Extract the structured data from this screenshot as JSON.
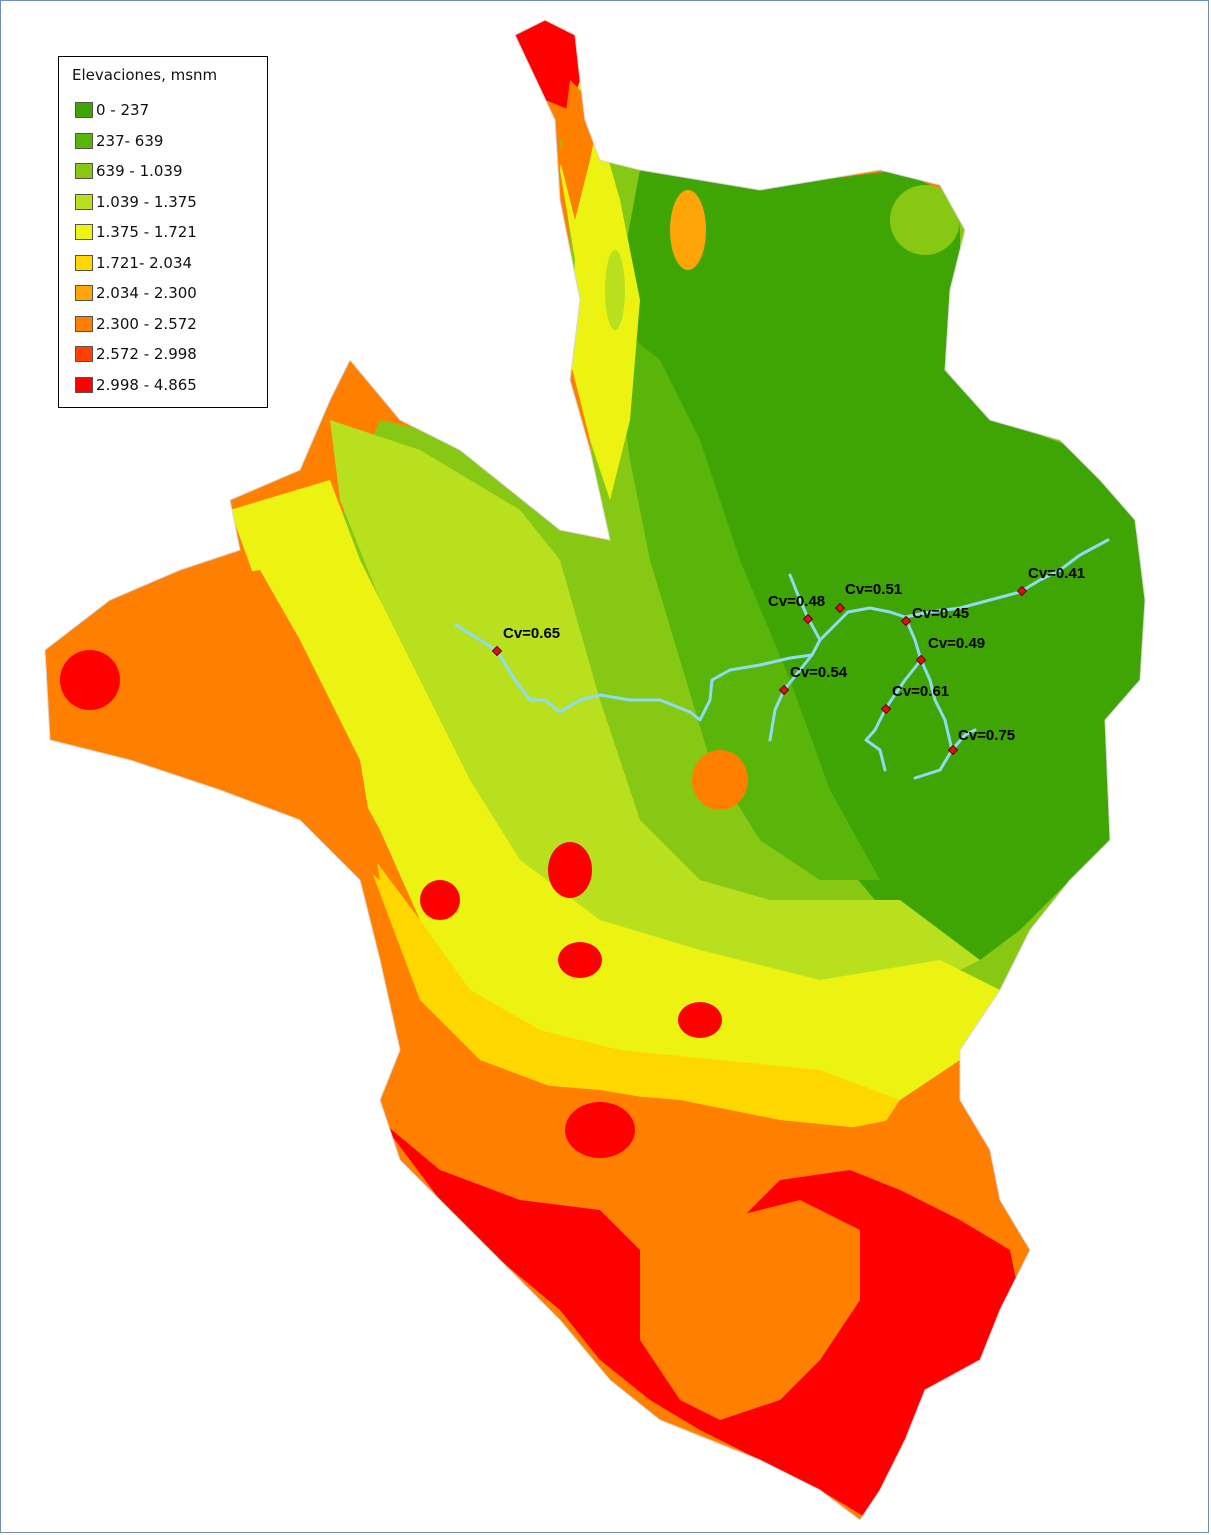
{
  "legend": {
    "title": "Elevaciones, msnm",
    "classes": [
      {
        "label": "0 - 237",
        "color": "#3ea504"
      },
      {
        "label": "237- 639",
        "color": "#5ab50a"
      },
      {
        "label": "639 - 1.039",
        "color": "#86c814"
      },
      {
        "label": "1.039 - 1.375",
        "color": "#b9e01e"
      },
      {
        "label": "1.375 - 1.721",
        "color": "#ecf313"
      },
      {
        "label": "1.721- 2.034",
        "color": "#ffd700"
      },
      {
        "label": "2.034 - 2.300",
        "color": "#ffa50a"
      },
      {
        "label": "2.300 - 2.572",
        "color": "#ff8000"
      },
      {
        "label": "2.572 - 2.998",
        "color": "#ff4000"
      },
      {
        "label": "2.998 - 4.865",
        "color": "#ff0000"
      }
    ]
  },
  "river_color": "#8edcf2",
  "station_color": "#e01010",
  "stations": [
    {
      "label": "Cv=0.65"
    },
    {
      "label": "Cv=0.48"
    },
    {
      "label": "Cv=0.51"
    },
    {
      "label": "Cv=0.45"
    },
    {
      "label": "Cv=0.41"
    },
    {
      "label": "Cv=0.49"
    },
    {
      "label": "Cv=0.54"
    },
    {
      "label": "Cv=0.61"
    },
    {
      "label": "Cv=0.75"
    }
  ]
}
